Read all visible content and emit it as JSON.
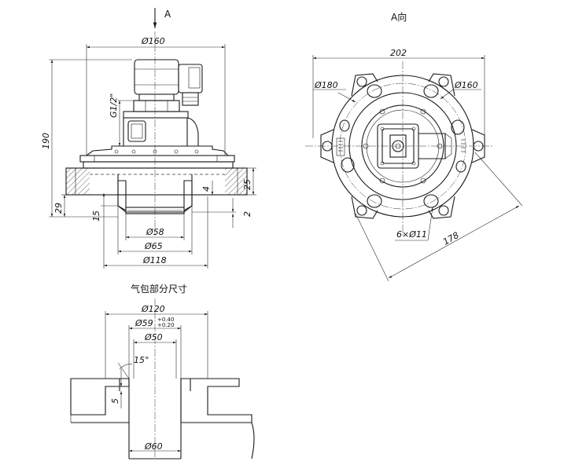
{
  "views": {
    "arrow_label": "A",
    "view_a_title": "A向",
    "chamber_title": "气包部分尺寸"
  },
  "front_view_dims": {
    "d160": "Ø160",
    "h190": "190",
    "thread": "G1/2\"",
    "h29": "29",
    "h15": "15",
    "h25": "25",
    "h4": "4",
    "h2": "2",
    "d58": "Ø58",
    "d65": "Ø65",
    "d118": "Ø118"
  },
  "a_view_dims": {
    "w202": "202",
    "d180": "Ø180",
    "d160": "Ø160",
    "holes": "6×Ø11",
    "d178": "178"
  },
  "chamber_dims": {
    "d120": "Ø120",
    "d59": "Ø59",
    "tol_upper": "+0.40",
    "tol_lower": "+0.20",
    "d50": "Ø50",
    "angle": "15°",
    "h5": "5",
    "d60": "Ø60"
  }
}
